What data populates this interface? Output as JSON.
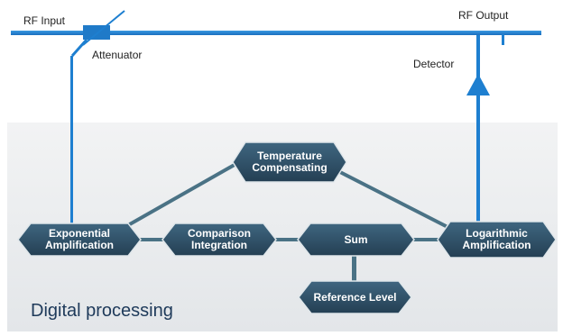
{
  "labels": {
    "rf_input": "RF Input",
    "rf_output": "RF Output",
    "attenuator": "Attenuator",
    "detector": "Detector",
    "digital_processing": "Digital processing"
  },
  "nodes": {
    "temperature": "Temperature\nCompensating",
    "exponential": "Exponential\nAmplification",
    "comparison": "Comparison\nIntegration",
    "sum": "Sum",
    "logarithmic": "Logarithmic\nAmplification",
    "reference": "Reference Level"
  },
  "colors": {
    "rf_line": "#1e7fd0",
    "node_fill": "#2f4f66",
    "connector": "#4a7285",
    "panel": "#eceef0"
  }
}
